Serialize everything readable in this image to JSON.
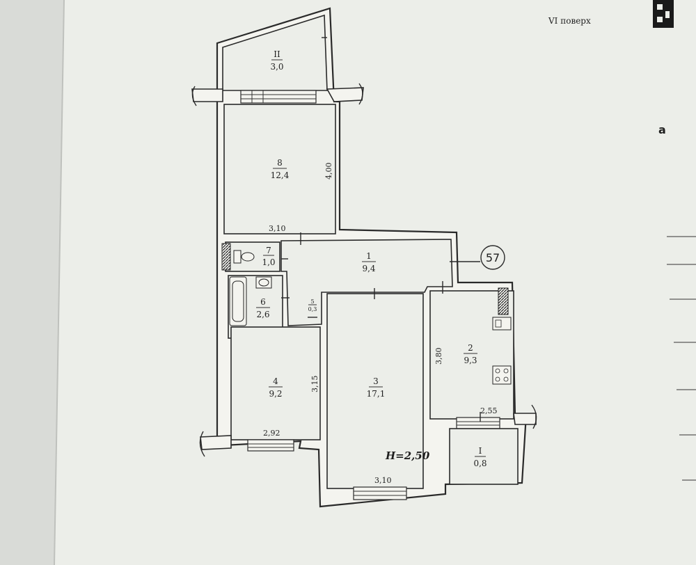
{
  "floor_label": "VI поверх",
  "side_letter": "а",
  "apartment_number": "57",
  "ceiling_height": "H=2,50",
  "rooms": [
    {
      "id": "II",
      "area": "3,0"
    },
    {
      "id": "8",
      "area": "12,4"
    },
    {
      "id": "7",
      "area": "1,0"
    },
    {
      "id": "1",
      "area": "9,4"
    },
    {
      "id": "6",
      "area": "2,6"
    },
    {
      "id": "5",
      "area": "0,3"
    },
    {
      "id": "2",
      "area": "9,3"
    },
    {
      "id": "3",
      "area": "17,1"
    },
    {
      "id": "4",
      "area": "9,2"
    },
    {
      "id": "I",
      "area": "0,8"
    }
  ],
  "dimensions": {
    "room8_width": "3,10",
    "room8_height": "4,00",
    "room4_height": "3,15",
    "room4_width": "2,92",
    "room2_height": "3,80",
    "room2_width": "2,55",
    "room3_width": "3,10"
  },
  "colors": {
    "paper": "#eceee9",
    "page_left": "#e9ebe6",
    "ink": "#2a2a2a"
  }
}
